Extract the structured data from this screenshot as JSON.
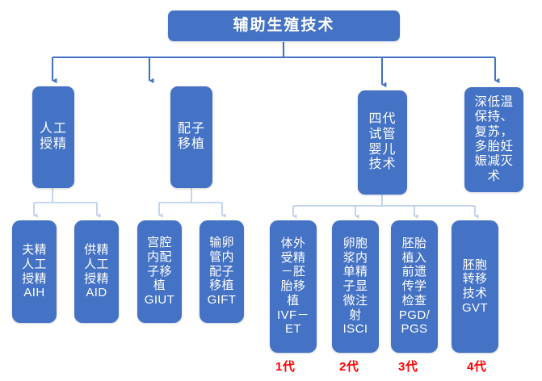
{
  "diagram": {
    "title": "辅助生殖技术",
    "colors": {
      "box_fill": "#4472C4",
      "box_text": "#FFFFFF",
      "connector_dark": "#4472C4",
      "connector_light": "#BDD0EC",
      "generation_label": "#FF0000",
      "background": "#FFFFFF"
    },
    "root": {
      "label": "辅助生殖技术"
    },
    "level2": [
      {
        "id": "ai",
        "label": "人工\n授精"
      },
      {
        "id": "gt",
        "label": "配子\n移植"
      },
      {
        "id": "ivf4",
        "label": "四代\n试管\n婴儿\n技术"
      },
      {
        "id": "cryo",
        "label": "深低温\n保持、\n复苏，\n多胎妊\n娠减灭\n术"
      }
    ],
    "level3": [
      {
        "id": "aih",
        "parent": "ai",
        "label": "夫精\n人工\n授精\nAIH",
        "generation": ""
      },
      {
        "id": "aid",
        "parent": "ai",
        "label": "供精\n人工\n授精\nAID",
        "generation": ""
      },
      {
        "id": "giut",
        "parent": "gt",
        "label": "宫腔\n内配\n子移\n植\nGIUT",
        "generation": ""
      },
      {
        "id": "gift",
        "parent": "gt",
        "label": "输卵\n管内\n配子\n移植\nGIFT",
        "generation": ""
      },
      {
        "id": "ivfet",
        "parent": "ivf4",
        "label": "体外\n受精\n－胚\n胎移\n植\nIVF－\nET",
        "generation": "1代"
      },
      {
        "id": "isci",
        "parent": "ivf4",
        "label": "卵胞\n浆内\n单精\n子显\n微注\n射\nISCI",
        "generation": "2代"
      },
      {
        "id": "pgd",
        "parent": "ivf4",
        "label": "胚胎\n植入\n前遗\n传学\n检查\nPGD/\nPGS",
        "generation": "3代"
      },
      {
        "id": "gvt",
        "parent": "ivf4",
        "label": "胚胞\n转移\n技术\nGVT",
        "generation": "4代"
      }
    ]
  }
}
